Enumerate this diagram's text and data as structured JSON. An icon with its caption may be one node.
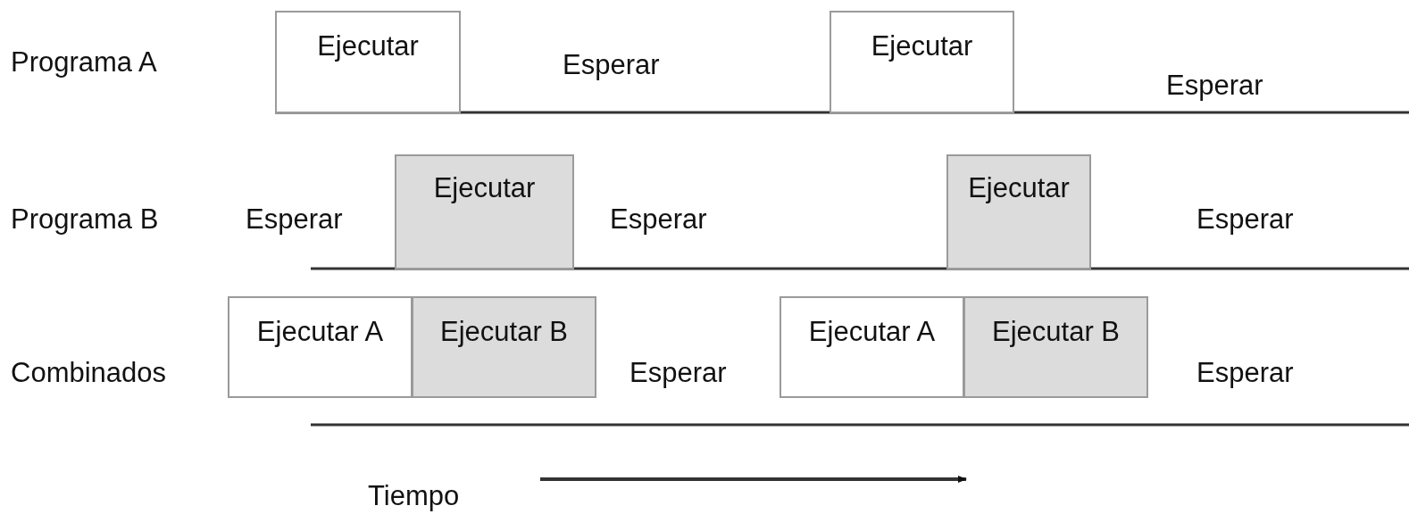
{
  "diagram": {
    "nodes": [
      {
        "text": [
          "Ejecutar"
        ]
      },
      {
        "text": [
          "Ejecutar"
        ]
      },
      {
        "text": [
          "Ejecutar"
        ]
      },
      {
        "text": [
          "Ejecutar"
        ]
      },
      {
        "text": [
          "Ejecutar A"
        ]
      },
      {
        "text": [
          "Ejecutar B"
        ]
      },
      {
        "text": [
          "Ejecutar A"
        ]
      },
      {
        "text": [
          "Ejecutar B"
        ]
      }
    ],
    "labels": [
      "Programa A",
      "Esperar",
      "Esperar",
      "Programa B",
      "Esperar",
      "Esperar",
      "Esperar",
      "Combinados",
      "Esperar",
      "Esperar",
      "Tiempo"
    ]
  }
}
